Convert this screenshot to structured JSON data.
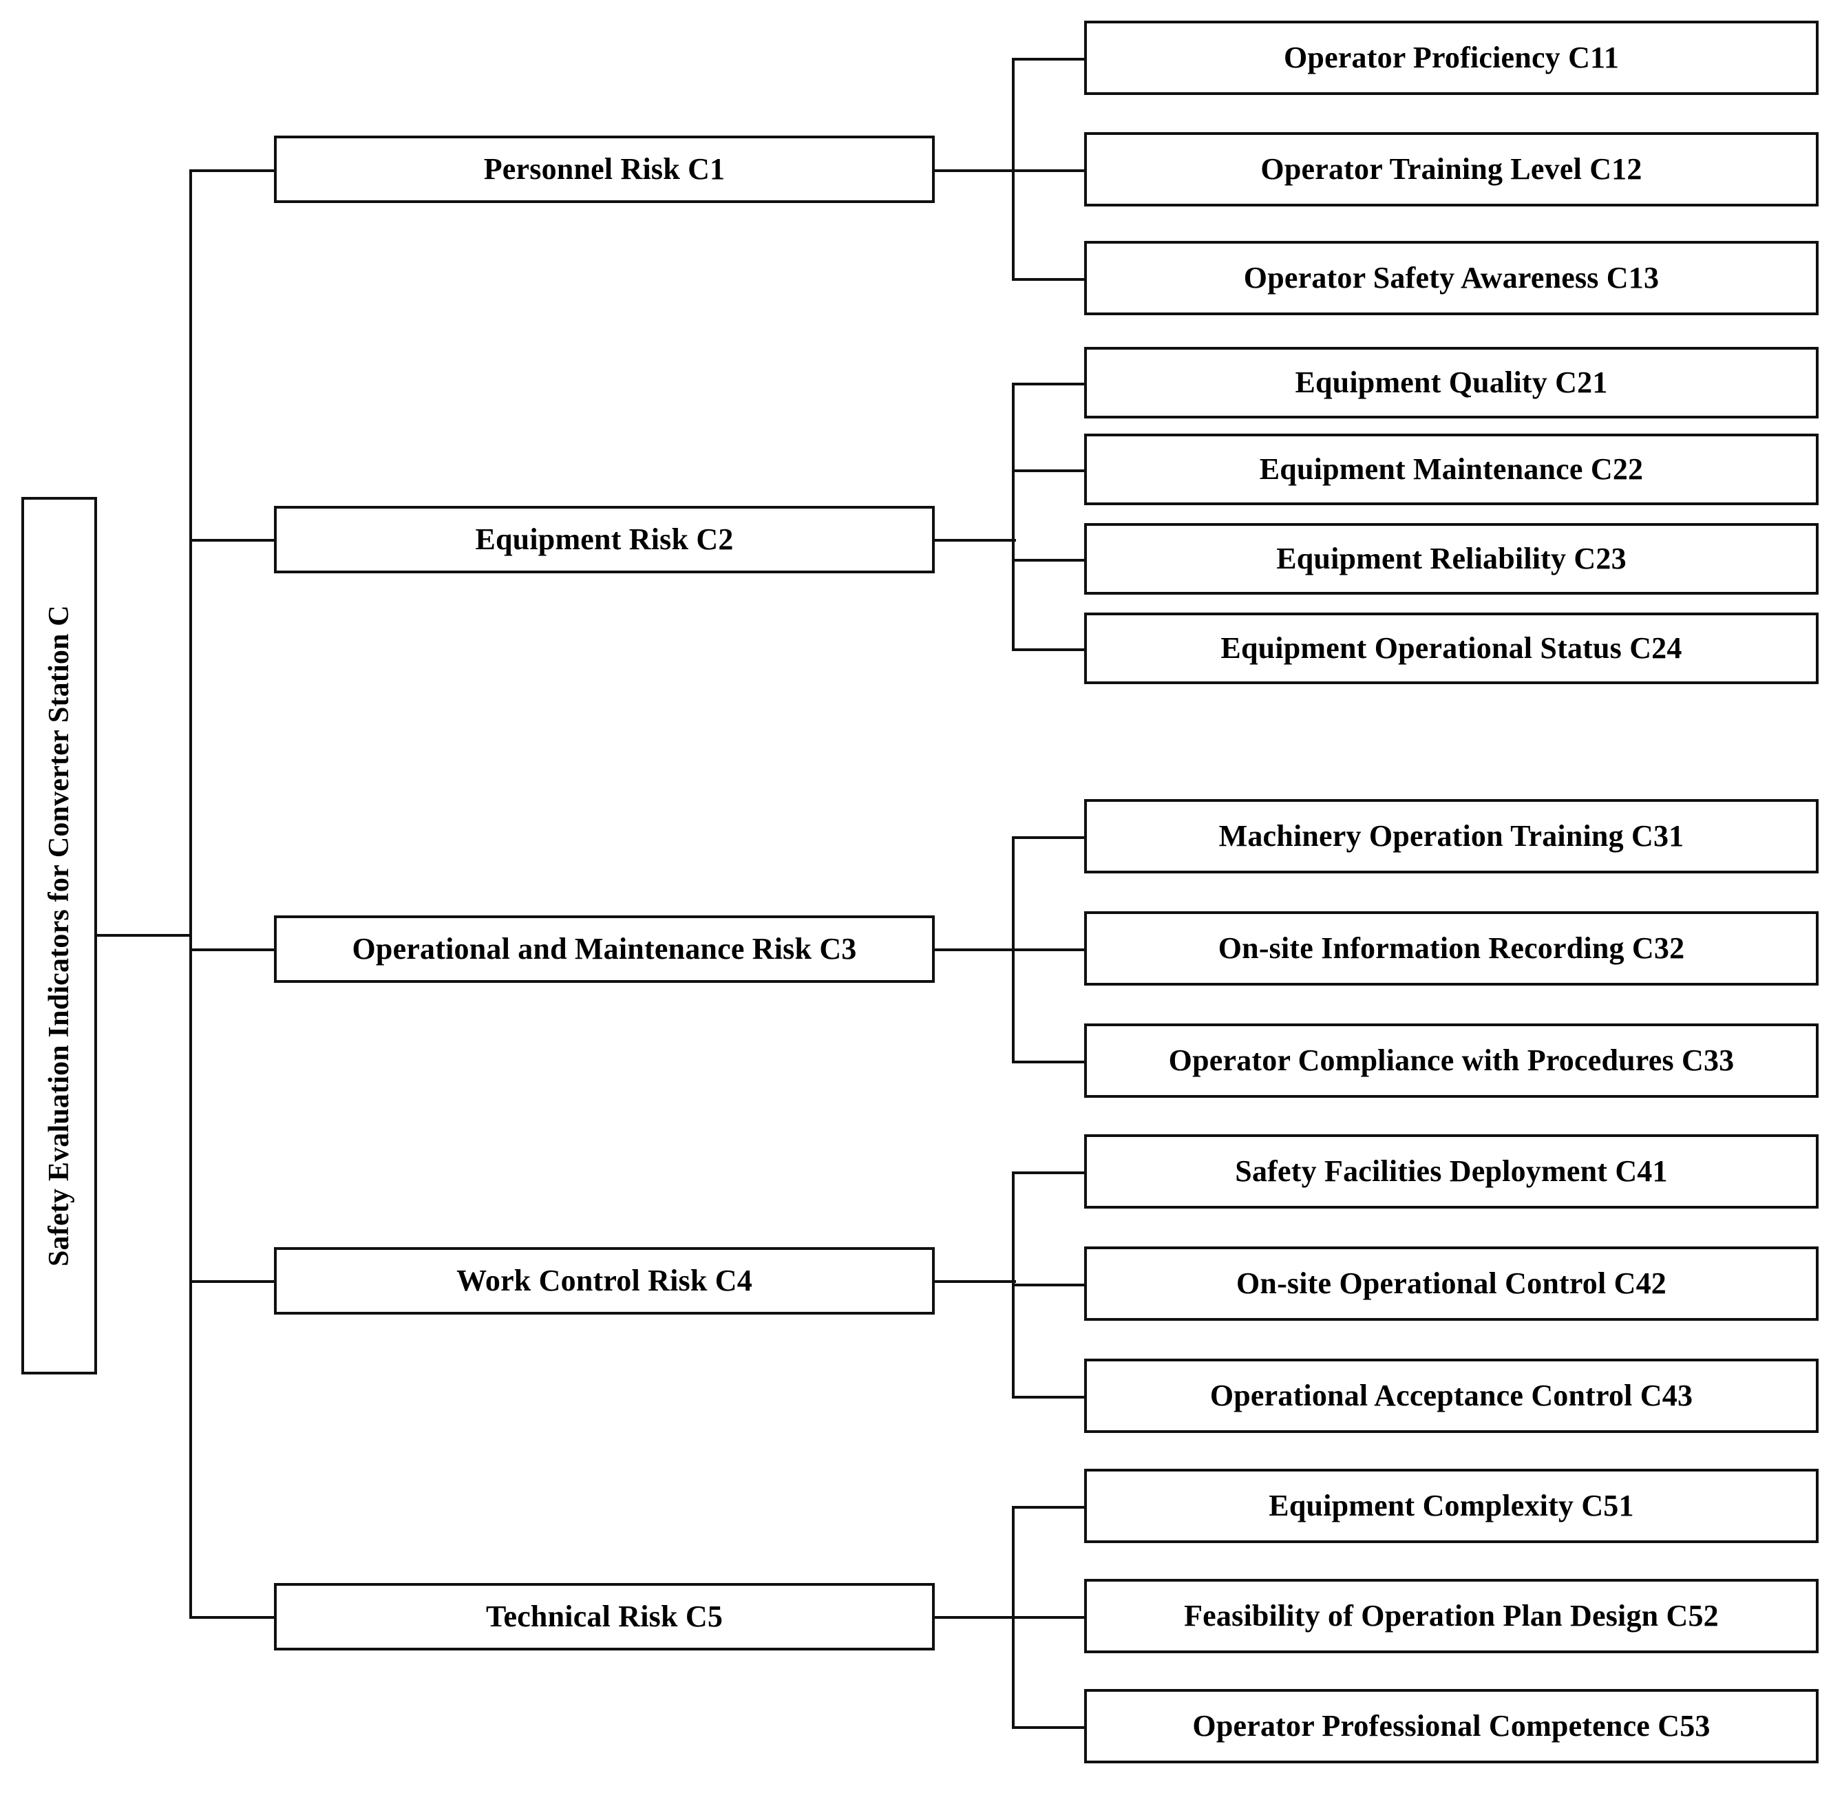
{
  "diagram": {
    "type": "hierarchy-tree",
    "orientation": "left-to-right",
    "title": "Safety Evaluation Indicators for Converter Station C",
    "colors": {
      "line": "#101010",
      "box_border": "#101010",
      "background": "#ffffff",
      "text": "#000000"
    },
    "root": {
      "label": "Safety Evaluation Indicators for Converter Station C",
      "code": "C",
      "orientation": "vertical-text"
    },
    "criteria": [
      {
        "label": "Personnel Risk C1",
        "code": "C1",
        "subcriteria": [
          {
            "label": "Operator Proficiency C11",
            "code": "C11"
          },
          {
            "label": "Operator Training Level C12",
            "code": "C12"
          },
          {
            "label": "Operator Safety Awareness C13",
            "code": "C13"
          }
        ]
      },
      {
        "label": "Equipment Risk C2",
        "code": "C2",
        "subcriteria": [
          {
            "label": "Equipment Quality C21",
            "code": "C21"
          },
          {
            "label": "Equipment Maintenance C22",
            "code": "C22"
          },
          {
            "label": "Equipment Reliability C23",
            "code": "C23"
          },
          {
            "label": "Equipment Operational Status C24",
            "code": "C24"
          }
        ]
      },
      {
        "label": "Operational and Maintenance Risk C3",
        "code": "C3",
        "subcriteria": [
          {
            "label": "Machinery Operation Training C31",
            "code": "C31"
          },
          {
            "label": "On-site Information Recording C32",
            "code": "C32"
          },
          {
            "label": "Operator Compliance with Procedures C33",
            "code": "C33"
          }
        ]
      },
      {
        "label": "Work Control Risk C4",
        "code": "C4",
        "subcriteria": [
          {
            "label": "Safety Facilities Deployment C41",
            "code": "C41"
          },
          {
            "label": "On-site Operational Control C42",
            "code": "C42"
          },
          {
            "label": "Operational Acceptance Control C43",
            "code": "C43"
          }
        ]
      },
      {
        "label": "Technical Risk C5",
        "code": "C5",
        "subcriteria": [
          {
            "label": "Equipment Complexity C51",
            "code": "C51"
          },
          {
            "label": "Feasibility of Operation Plan Design C52",
            "code": "C52"
          },
          {
            "label": "Operator Professional Competence C53",
            "code": "C53"
          }
        ]
      }
    ]
  }
}
